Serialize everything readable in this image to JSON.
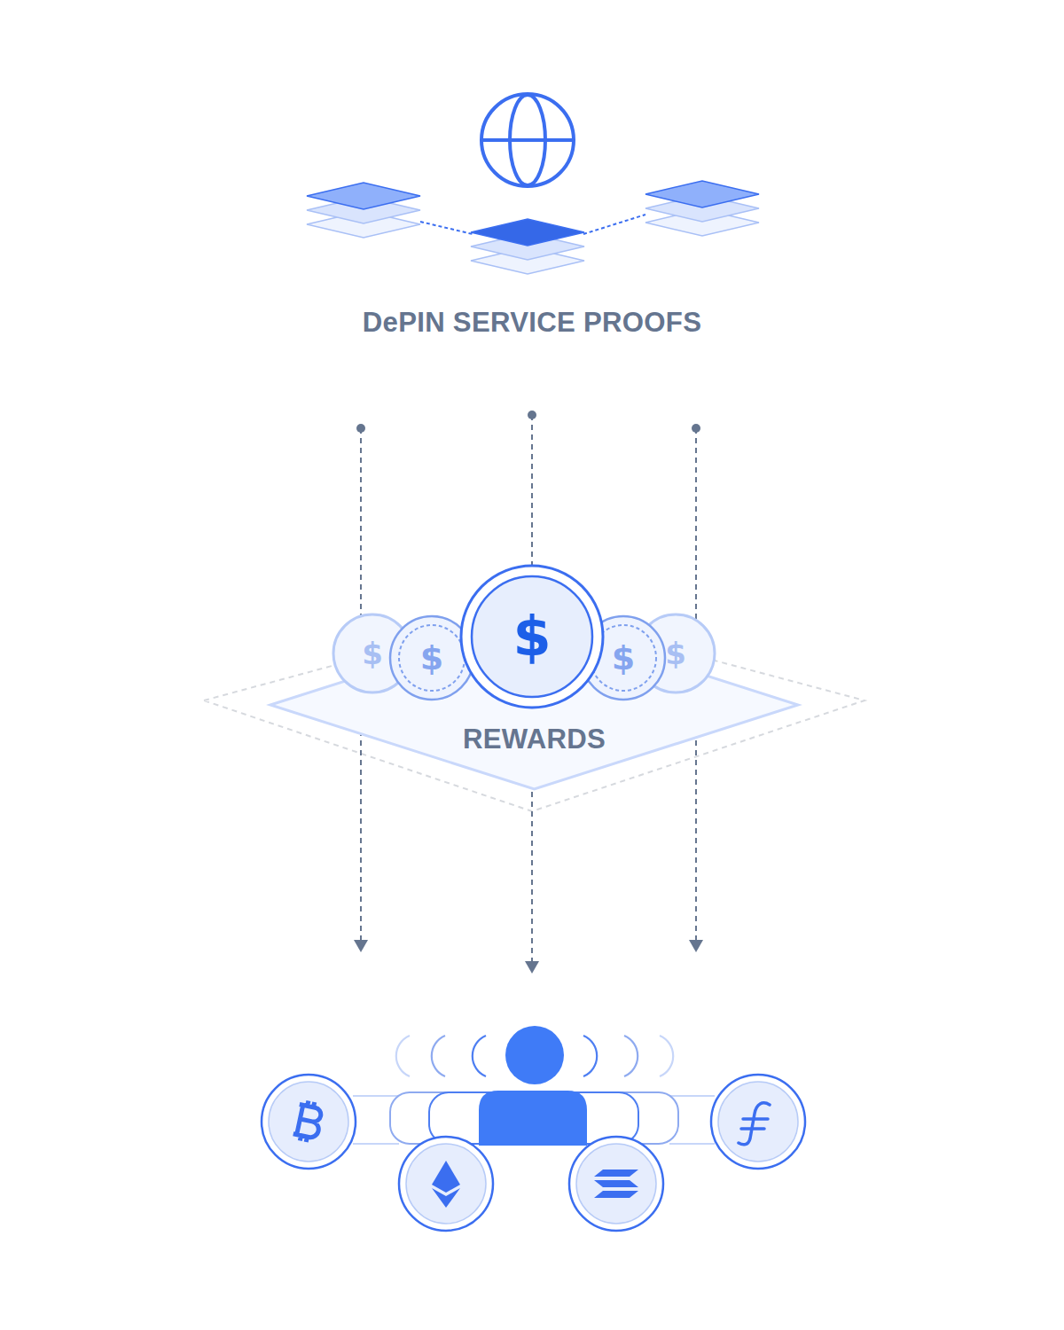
{
  "diagram": {
    "nodes": [
      {
        "text": [
          "DePIN SERVICE PROOFS"
        ]
      },
      {
        "text": [
          "REWARDS"
        ]
      }
    ],
    "edges": [
      {
        "from": 0,
        "to": 1,
        "arrow": "none"
      }
    ],
    "labels": [
      "$",
      "$",
      "$",
      "$",
      "$"
    ]
  }
}
